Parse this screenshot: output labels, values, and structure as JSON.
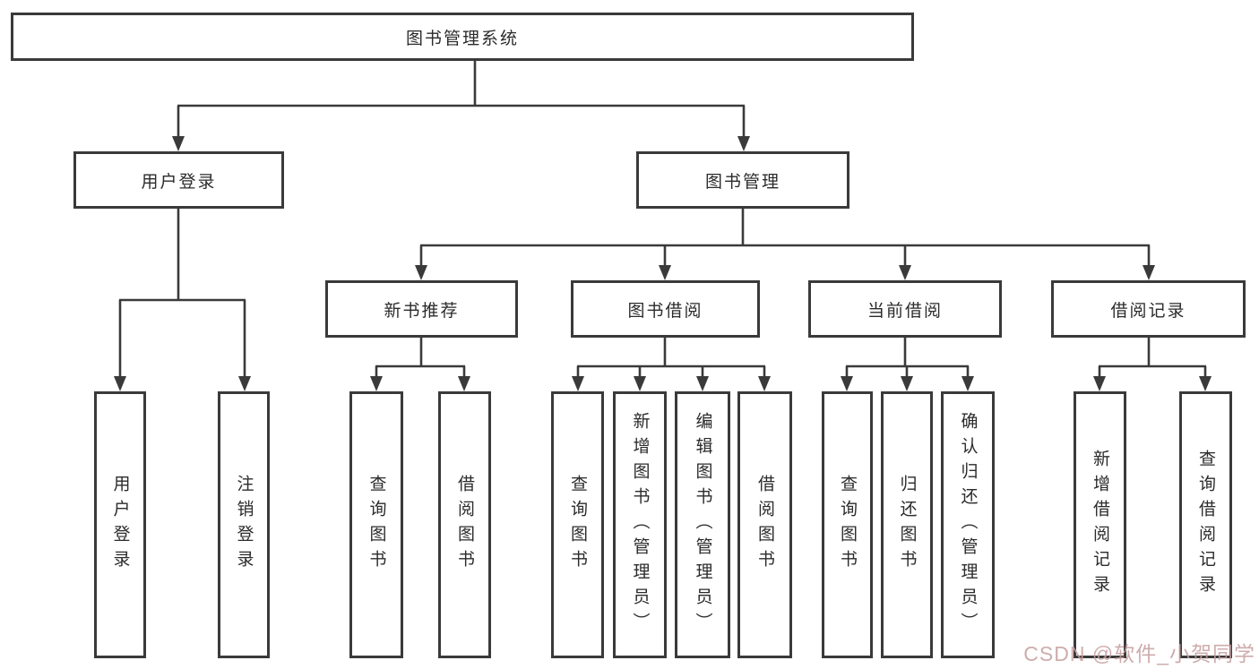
{
  "tree": {
    "root": {
      "label": "图书管理系统"
    },
    "branches": [
      {
        "label": "用户登录",
        "children": [
          {
            "label": "用户登录"
          },
          {
            "label": "注销登录"
          }
        ]
      },
      {
        "label": "图书管理",
        "children": [
          {
            "label": "新书推荐",
            "children": [
              {
                "label": "查询图书"
              },
              {
                "label": "借阅图书"
              }
            ]
          },
          {
            "label": "图书借阅",
            "children": [
              {
                "label": "查询图书"
              },
              {
                "label": "新增图书（管理员）"
              },
              {
                "label": "编辑图书（管理员）"
              },
              {
                "label": "借阅图书"
              }
            ]
          },
          {
            "label": "当前借阅",
            "children": [
              {
                "label": "查询图书"
              },
              {
                "label": "归还图书"
              },
              {
                "label": "确认归还（管理员）"
              }
            ]
          },
          {
            "label": "借阅记录",
            "children": [
              {
                "label": "新增借阅记录"
              },
              {
                "label": "查询借阅记录"
              }
            ]
          }
        ]
      }
    ]
  },
  "watermark": "CSDN @软件_小贺同学",
  "colors": {
    "line": "#3a3a3a",
    "box_border": "#3a3a3a",
    "text": "#2b2b2b",
    "watermark": "#c69d9d",
    "background": "#ffffff"
  }
}
